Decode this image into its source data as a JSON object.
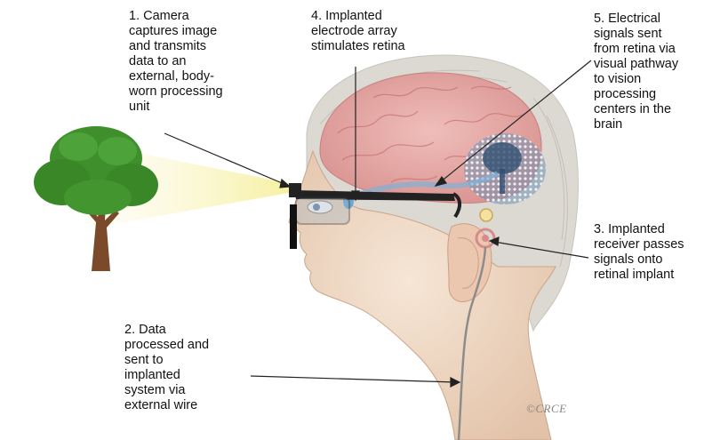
{
  "callouts": {
    "camera": "1. Camera\ncaptures image\nand transmits\ndata to an\nexternal, body-\nworn processing\nunit",
    "processed": "2. Data\nprocessed and\nsent to\nimplanted\nsystem via\nexternal wire",
    "receiver": "3. Implanted\nreceiver passes\nsignals onto\nretinal implant",
    "electrode": "4. Implanted\nelectrode array\nstimulates retina",
    "signals": "5. Electrical\nsignals sent\nfrom retina via\nvisual pathway\nto vision\nprocessing\ncenters in the\nbrain"
  },
  "signature": "©CRCE",
  "colors": {
    "tree_foliage": "#3f8f2c",
    "tree_trunk": "#7a4a2a",
    "light_beam": "#f6f0a8",
    "skin": "#efd8c4",
    "hair": "#d9d6cf",
    "brain": "#e8a9a6",
    "visual_pathway": "#7fb0d8",
    "glasses_frame": "#222222",
    "wire": "#8c8c8c",
    "receiver_coil": "#d98a8a"
  }
}
